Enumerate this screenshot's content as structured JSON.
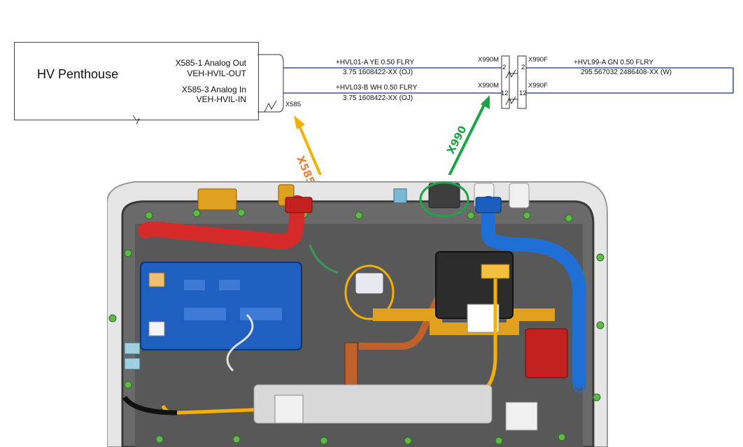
{
  "module": {
    "title": "HV Penthouse",
    "signals": [
      {
        "line1": "X585-1 Analog Out",
        "line2": "VEH-HVIL-OUT"
      },
      {
        "line1": "X585-3 Analog In",
        "line2": "VEH-HVIL-IN"
      }
    ],
    "connector_label": "X585"
  },
  "wires": [
    {
      "spec": "+HVL01-A    YE    0.50    FLRY",
      "detail": "3.75      1608422-XX (OJ)"
    },
    {
      "spec": "+HVL03-B    WH    0.50    FLRY",
      "detail": "3.75      1608422-XX (OJ)"
    },
    {
      "spec": "+HVL99-A    GN    0.50    FLRY",
      "detail": "295.567032      2486408-XX (W)"
    }
  ],
  "inline_connector": {
    "male": "X990M",
    "female": "X990F",
    "pins": [
      "2",
      "12"
    ]
  },
  "callouts": [
    {
      "label": "X585",
      "color": "#f0a30a"
    },
    {
      "label": "X990",
      "color": "#1fa347"
    }
  ],
  "colors": {
    "wire": "#1c2f8c",
    "x585_arrow": "#f5b000",
    "x585_text": "#e8803a",
    "x990": "#1fa347",
    "hv_positive": "#d42a2a",
    "hv_negative": "#1f6fd6",
    "board": "#1f5fbf",
    "busbar": "#e0a020"
  }
}
